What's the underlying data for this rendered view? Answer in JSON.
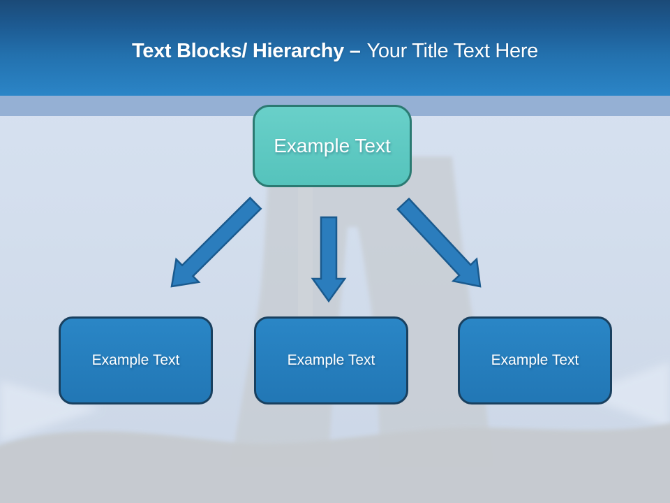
{
  "slide": {
    "title_bold": "Text Blocks/ Hierarchy –",
    "title_regular": "Your Title Text Here"
  },
  "diagram": {
    "root": {
      "label": "Example Text"
    },
    "children": [
      {
        "label": "Example Text"
      },
      {
        "label": "Example Text"
      },
      {
        "label": "Example Text"
      }
    ]
  },
  "colors": {
    "header_gradient_top": "#1b4a77",
    "header_gradient_bottom": "#2b85c7",
    "band": "#95b0d4",
    "body_background": "#d3deed",
    "root_fill": "#5cc7c0",
    "root_border": "#2b7a72",
    "child_fill": "#2781c0",
    "child_border": "#19405f",
    "arrow_fill": "#2b7dbd",
    "arrow_outline": "#1a5a8e",
    "title_text": "#ffffff"
  }
}
